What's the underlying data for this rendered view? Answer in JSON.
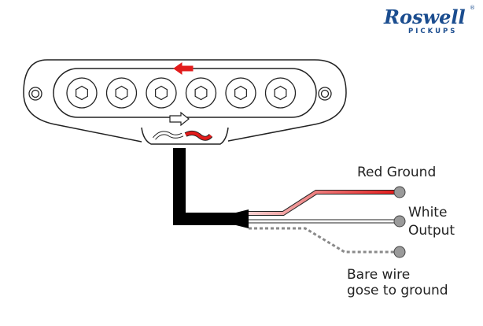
{
  "logo": {
    "brand": "Roswell",
    "subtitle": "PICKUPS",
    "registered": "®"
  },
  "wires": {
    "red_label": "Red Ground",
    "white_label_line1": "White",
    "white_label_line2": "Output",
    "bare_label_line1": "Bare wire",
    "bare_label_line2": "gose to ground"
  },
  "colors": {
    "red": "#e21b1b",
    "outline": "#222222",
    "cable": "#000000",
    "bare": "#8a8a8a",
    "terminal": "#9a9a9a",
    "logo": "#1b4d8f"
  },
  "icons": {
    "polepiece": "hex-socket-icon",
    "mount_screw": "screw-icon",
    "direction_red": "arrow-left-icon",
    "direction_white": "arrow-right-icon"
  }
}
